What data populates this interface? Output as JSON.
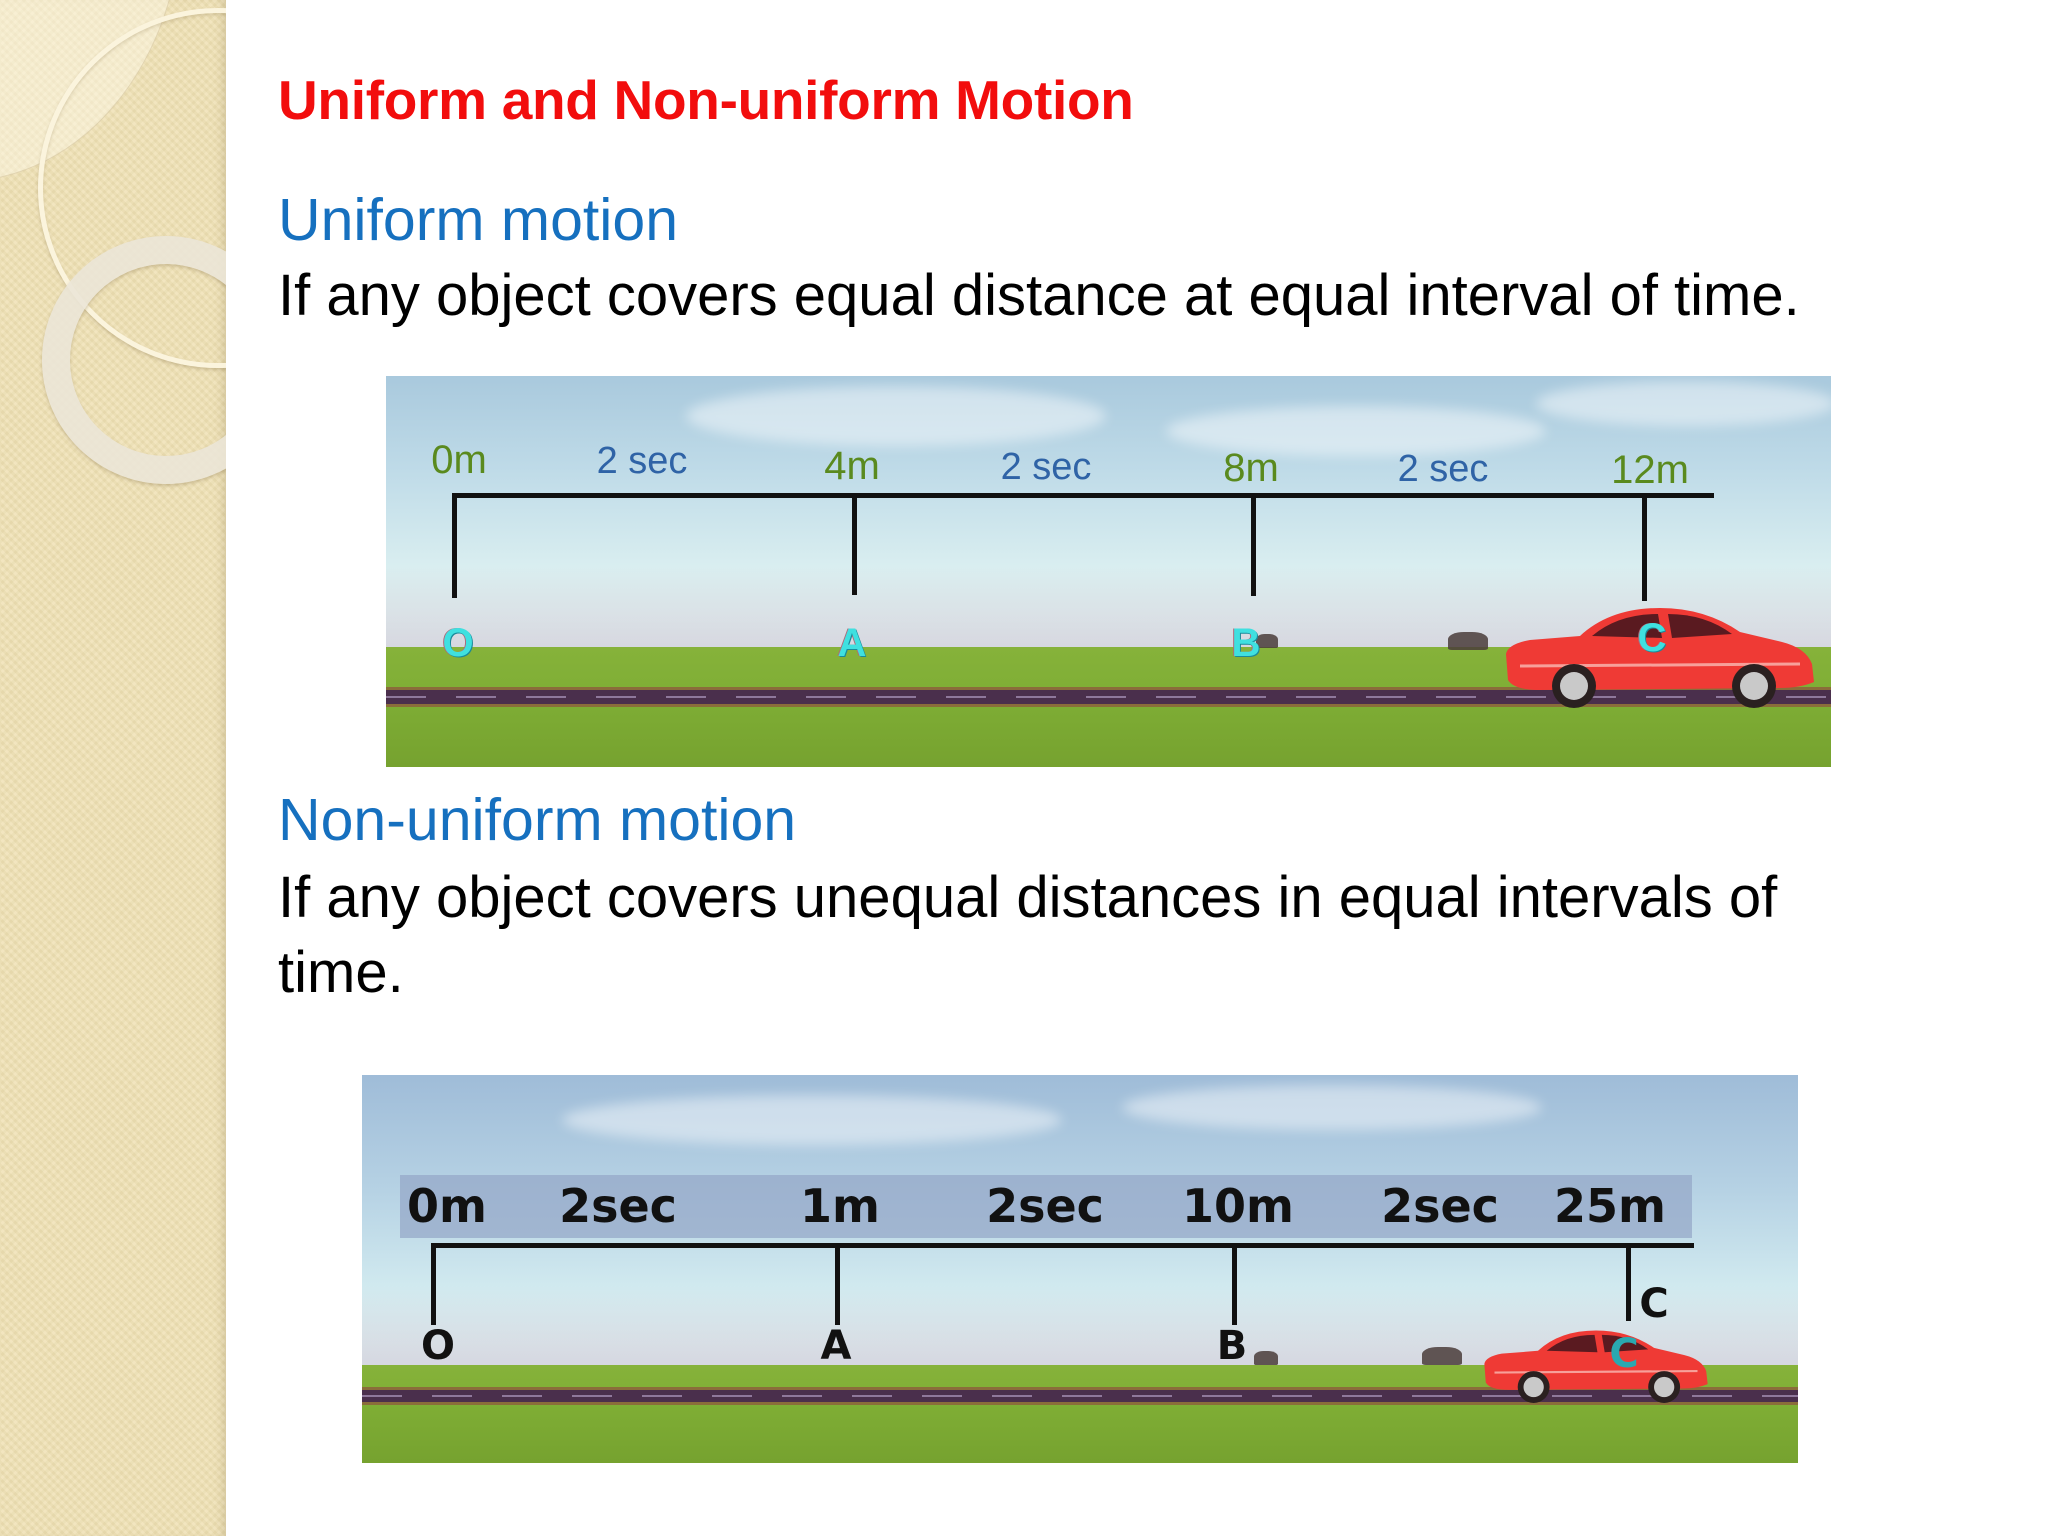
{
  "slide": {
    "title": "Uniform and Non-uniform Motion",
    "colors": {
      "title": "#f20d0d",
      "heading": "#1670bf",
      "body": "#000000",
      "strip": "#efe0b2"
    }
  },
  "uniform": {
    "heading": "Uniform motion",
    "definition": "If any object covers equal distance at equal interval of time.",
    "diagram": {
      "distances": [
        "0m",
        "4m",
        "8m",
        "12m"
      ],
      "intervals": [
        "2 sec",
        "2 sec",
        "2 sec"
      ],
      "points": [
        "O",
        "A",
        "B",
        "C"
      ]
    }
  },
  "non_uniform": {
    "heading": "Non-uniform motion",
    "definition_line1": "If any object covers unequal distances in equal intervals of",
    "definition_line2": "time.",
    "diagram": {
      "distances": [
        "0m",
        "1m",
        "10m",
        "25m"
      ],
      "intervals": [
        "2sec",
        "2sec",
        "2sec"
      ],
      "points": [
        "O",
        "A",
        "B",
        "C"
      ],
      "car_marker": "C"
    }
  }
}
